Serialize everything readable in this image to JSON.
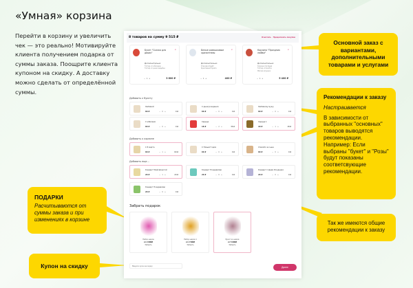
{
  "slide": {
    "title": "«Умная» корзина",
    "intro": "Перейти в корзину и увеличить чек — это реально! Мотивируйте клиента получением подарка от суммы заказа. Поощрите клиента купоном на скидку. А доставку можно сделать от определённой суммы."
  },
  "cart": {
    "header": "8 товаров на сумму 9 515 ₽",
    "clear": "Очистить",
    "continue": "Продолжить покупки",
    "extra_label": "Дополнительно:",
    "items": [
      {
        "name": "Букет \"Сказка для двоих\"",
        "extras": [
          "Топпер «С юбилеем»",
          "Топпер «С днем свадьбы»"
        ],
        "qty": "1",
        "price": "3 600 ₽",
        "color": "#d94a3a"
      },
      {
        "name": "Белые ромашковые хризантемы",
        "extras": [
          "Упаковка Крафт",
          "Креативная бумага"
        ],
        "qty": "1",
        "price": "400 ₽",
        "color": "#dfe6ee"
      },
      {
        "name": "Корзина \"Праздник любви\"",
        "extras": [
          "Корзина плетёная",
          "Топпер «Спасибо»",
          "Мягкая игрушка"
        ],
        "qty": "1",
        "price": "5 400 ₽",
        "color": "#c9503e"
      }
    ],
    "sections": [
      {
        "title": "Добавить к букету",
        "items": [
          {
            "name": "Любимой",
            "price": "60 ₽",
            "qty": "0",
            "total": "0 ₽",
            "sel": false,
            "color": "#eadcc6"
          },
          {
            "name": "С днем рождения",
            "price": "60 ₽",
            "qty": "0",
            "total": "0 ₽",
            "sel": false,
            "color": "#eadcc6"
          },
          {
            "name": "Любимому мужу",
            "price": "60 ₽",
            "qty": "0",
            "total": "0 ₽",
            "sel": false,
            "color": "#eadcc6"
          },
          {
            "name": "С юбилеем",
            "price": "60 ₽",
            "qty": "0",
            "total": "0 ₽",
            "sel": false,
            "color": "#eadcc6"
          },
          {
            "name": "Сердце",
            "price": "18 ₽",
            "qty": "2",
            "total": "36 ₽",
            "sel": true,
            "color": "#e33b3b"
          },
          {
            "name": "Сердце 1",
            "price": "18 ₽",
            "qty": "1",
            "total": "18 ₽",
            "sel": true,
            "color": "#8a6a2a"
          }
        ]
      },
      {
        "title": "Добавить к корзине",
        "items": [
          {
            "name": "С 8 марта",
            "price": "60 ₽",
            "qty": "1",
            "total": "60 ₽",
            "sel": true,
            "color": "#e6d5a8"
          },
          {
            "name": "С Новым Годом",
            "price": "60 ₽",
            "qty": "0",
            "total": "0 ₽",
            "sel": false,
            "color": "#eadcc6"
          },
          {
            "name": "Спасибо за сына",
            "price": "60 ₽",
            "qty": "0",
            "total": "0 ₽",
            "sel": false,
            "color": "#d9b48a"
          }
        ]
      },
      {
        "title": "Добавить еще...",
        "items": [
          {
            "name": "Конверт Моей Дорогой",
            "price": "20 ₽",
            "qty": "1",
            "total": "20 ₽",
            "sel": true,
            "color": "#e8d9a0"
          },
          {
            "name": "Конверт Поздравляю",
            "price": "20 ₽",
            "qty": "0",
            "total": "0 ₽",
            "sel": false,
            "color": "#6cc9bd"
          },
          {
            "name": "Конверт С Днем Рождения",
            "price": "20 ₽",
            "qty": "0",
            "total": "0 ₽",
            "sel": false,
            "color": "#b5b3d6"
          },
          {
            "name": "Конверт Поздравляю",
            "price": "20 ₽",
            "qty": "0",
            "total": "0 ₽",
            "sel": false,
            "color": "#8bc46a"
          }
        ]
      }
    ],
    "gifts_title": "Забрать подарок",
    "gifts": [
      {
        "name": "Набор шаров",
        "price": "от 2 000₽",
        "action": "Забрать",
        "sel": false,
        "color": "#e05ab0"
      },
      {
        "name": "Набор шаров 1",
        "price": "от 2 500₽",
        "action": "Забрать",
        "sel": false,
        "color": "#e0a020"
      },
      {
        "name": "Букет из шаров",
        "price": "от 5 000₽",
        "action": "Забрать",
        "sel": true,
        "color": "#b08090"
      }
    ],
    "coupon_placeholder": "Введите купон на скидку",
    "next": "Далее"
  },
  "callouts": {
    "main": "Основной заказ с вариантами, дополнительными товарами и услугами",
    "rec_title": "Рекомендации к заказу",
    "rec_sub": "Настраивается",
    "rec_body": "В зависимости от выбранных \"основных\" товаров выводятся рекомендации. Например: Если выбраны \"букет\" и \"Розы\" будут показаны соответсвующие рекомендации.",
    "common": "Так же имеются общие рекомендации к заказу",
    "gifts_title": "ПОДАРКИ",
    "gifts_body": "Расчитываются от суммы заказа и при изменениях в корзине",
    "coupon": "Купон на скидку"
  },
  "colors": {
    "accent": "#d0366a",
    "callout": "#fdd700"
  }
}
